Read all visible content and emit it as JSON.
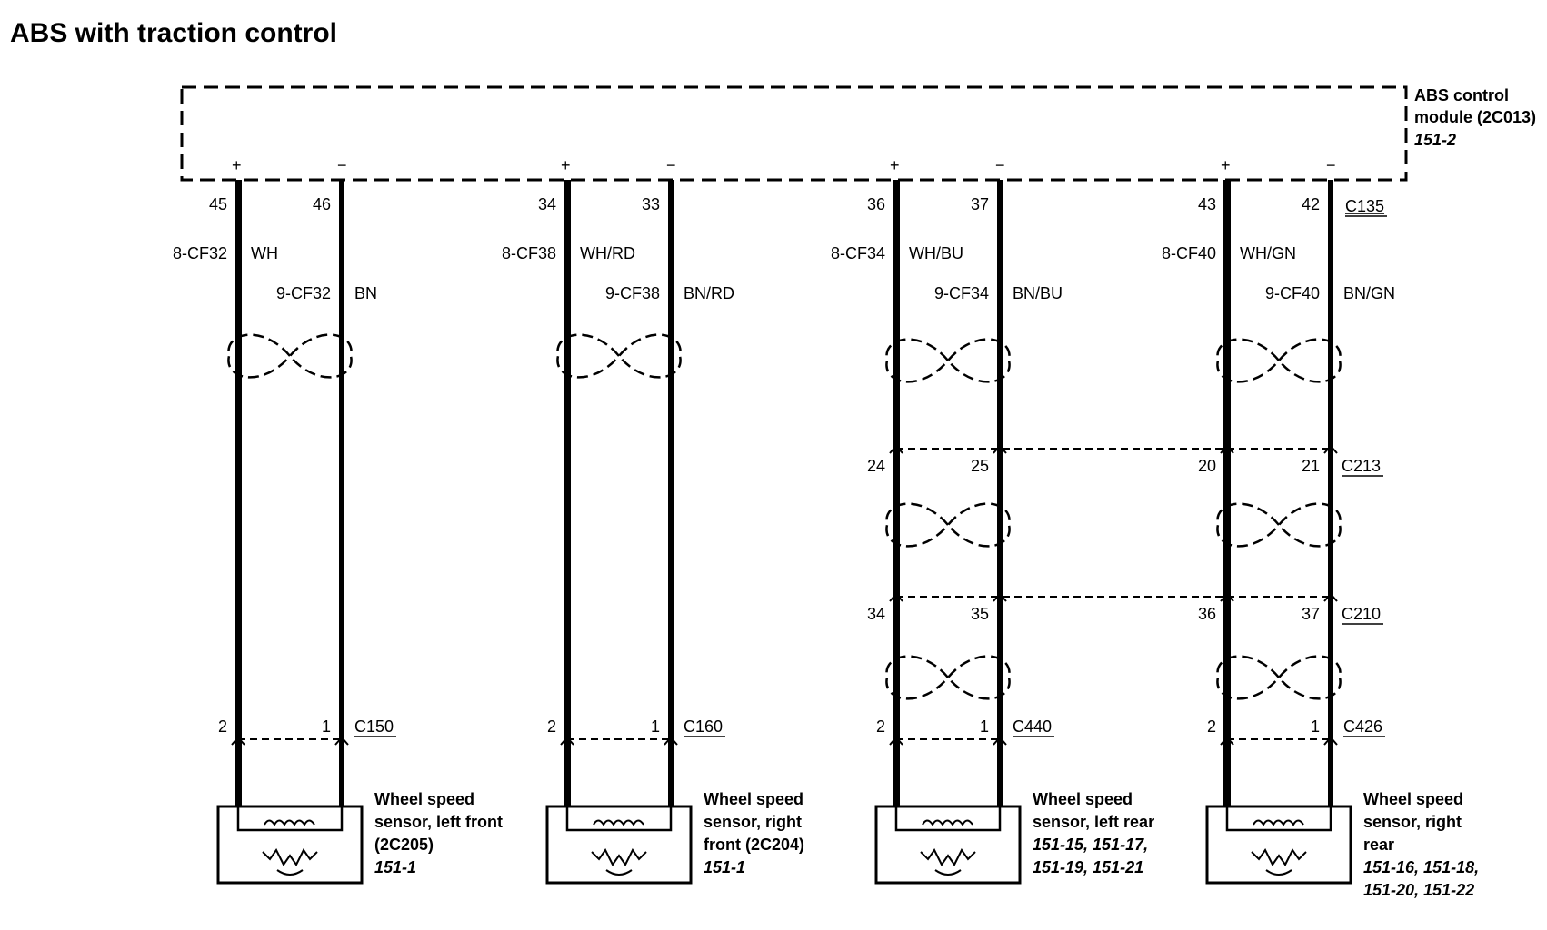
{
  "title": "ABS with traction control",
  "module": {
    "line1": "ABS control",
    "line2": "module (2C013)",
    "ref": "151-2",
    "connector": "C135"
  },
  "channels": [
    {
      "id": "lf",
      "pos_pin": "45",
      "neg_pin": "46",
      "pos_circuit": "8-CF32",
      "pos_color": "WH",
      "neg_circuit": "9-CF32",
      "neg_color": "BN",
      "inline": [],
      "sensor_pins": [
        "2",
        "1"
      ],
      "sensor_connector": "C150",
      "sensor_label": [
        "Wheel speed",
        "sensor, left front",
        "(2C205)"
      ],
      "sensor_refs": [
        "151-1"
      ]
    },
    {
      "id": "rf",
      "pos_pin": "34",
      "neg_pin": "33",
      "pos_circuit": "8-CF38",
      "pos_color": "WH/RD",
      "neg_circuit": "9-CF38",
      "neg_color": "BN/RD",
      "inline": [],
      "sensor_pins": [
        "2",
        "1"
      ],
      "sensor_connector": "C160",
      "sensor_label": [
        "Wheel speed",
        "sensor, right",
        "front (2C204)"
      ],
      "sensor_refs": [
        "151-1"
      ]
    },
    {
      "id": "lr",
      "pos_pin": "36",
      "neg_pin": "37",
      "pos_circuit": "8-CF34",
      "pos_color": "WH/BU",
      "neg_circuit": "9-CF34",
      "neg_color": "BN/BU",
      "inline": [
        {
          "pins": [
            "24",
            "25"
          ]
        },
        {
          "pins": [
            "34",
            "35"
          ]
        }
      ],
      "sensor_pins": [
        "2",
        "1"
      ],
      "sensor_connector": "C440",
      "sensor_label": [
        "Wheel speed",
        "sensor, left rear"
      ],
      "sensor_refs": [
        "151-15, 151-17,",
        "151-19, 151-21"
      ]
    },
    {
      "id": "rr",
      "pos_pin": "43",
      "neg_pin": "42",
      "pos_circuit": "8-CF40",
      "pos_color": "WH/GN",
      "neg_circuit": "9-CF40",
      "neg_color": "BN/GN",
      "inline": [
        {
          "pins": [
            "20",
            "21"
          ],
          "connector": "C213"
        },
        {
          "pins": [
            "36",
            "37"
          ],
          "connector": "C210"
        }
      ],
      "sensor_pins": [
        "2",
        "1"
      ],
      "sensor_connector": "C426",
      "sensor_label": [
        "Wheel speed",
        "sensor, right",
        "rear"
      ],
      "sensor_refs": [
        "151-16, 151-18,",
        "151-20, 151-22"
      ]
    }
  ]
}
